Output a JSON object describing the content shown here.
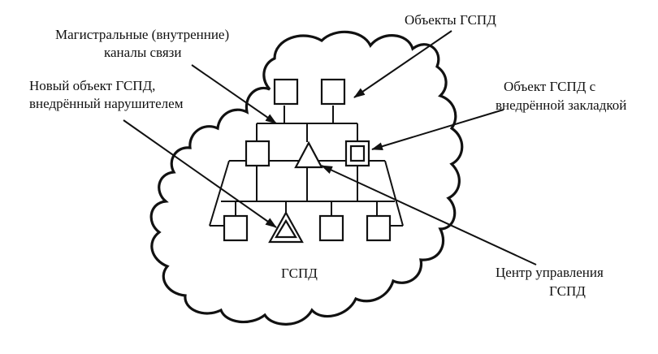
{
  "diagram": {
    "labels": {
      "objects": "Объекты ГСПД",
      "trunk_line1": "Магистральные (внутренние)",
      "trunk_line2": "каналы связи",
      "new_obj_line1": "Новый объект ГСПД,",
      "new_obj_line2": "внедрённый нарушителем",
      "bookmark_line1": "Объект ГСПД с",
      "bookmark_line2": "внедрённой закладкой",
      "network": "ГСПД",
      "center_line1": "Центр управления",
      "center_line2": "ГСПД"
    },
    "colors": {
      "ink": "#111111",
      "background": "#ffffff"
    }
  }
}
